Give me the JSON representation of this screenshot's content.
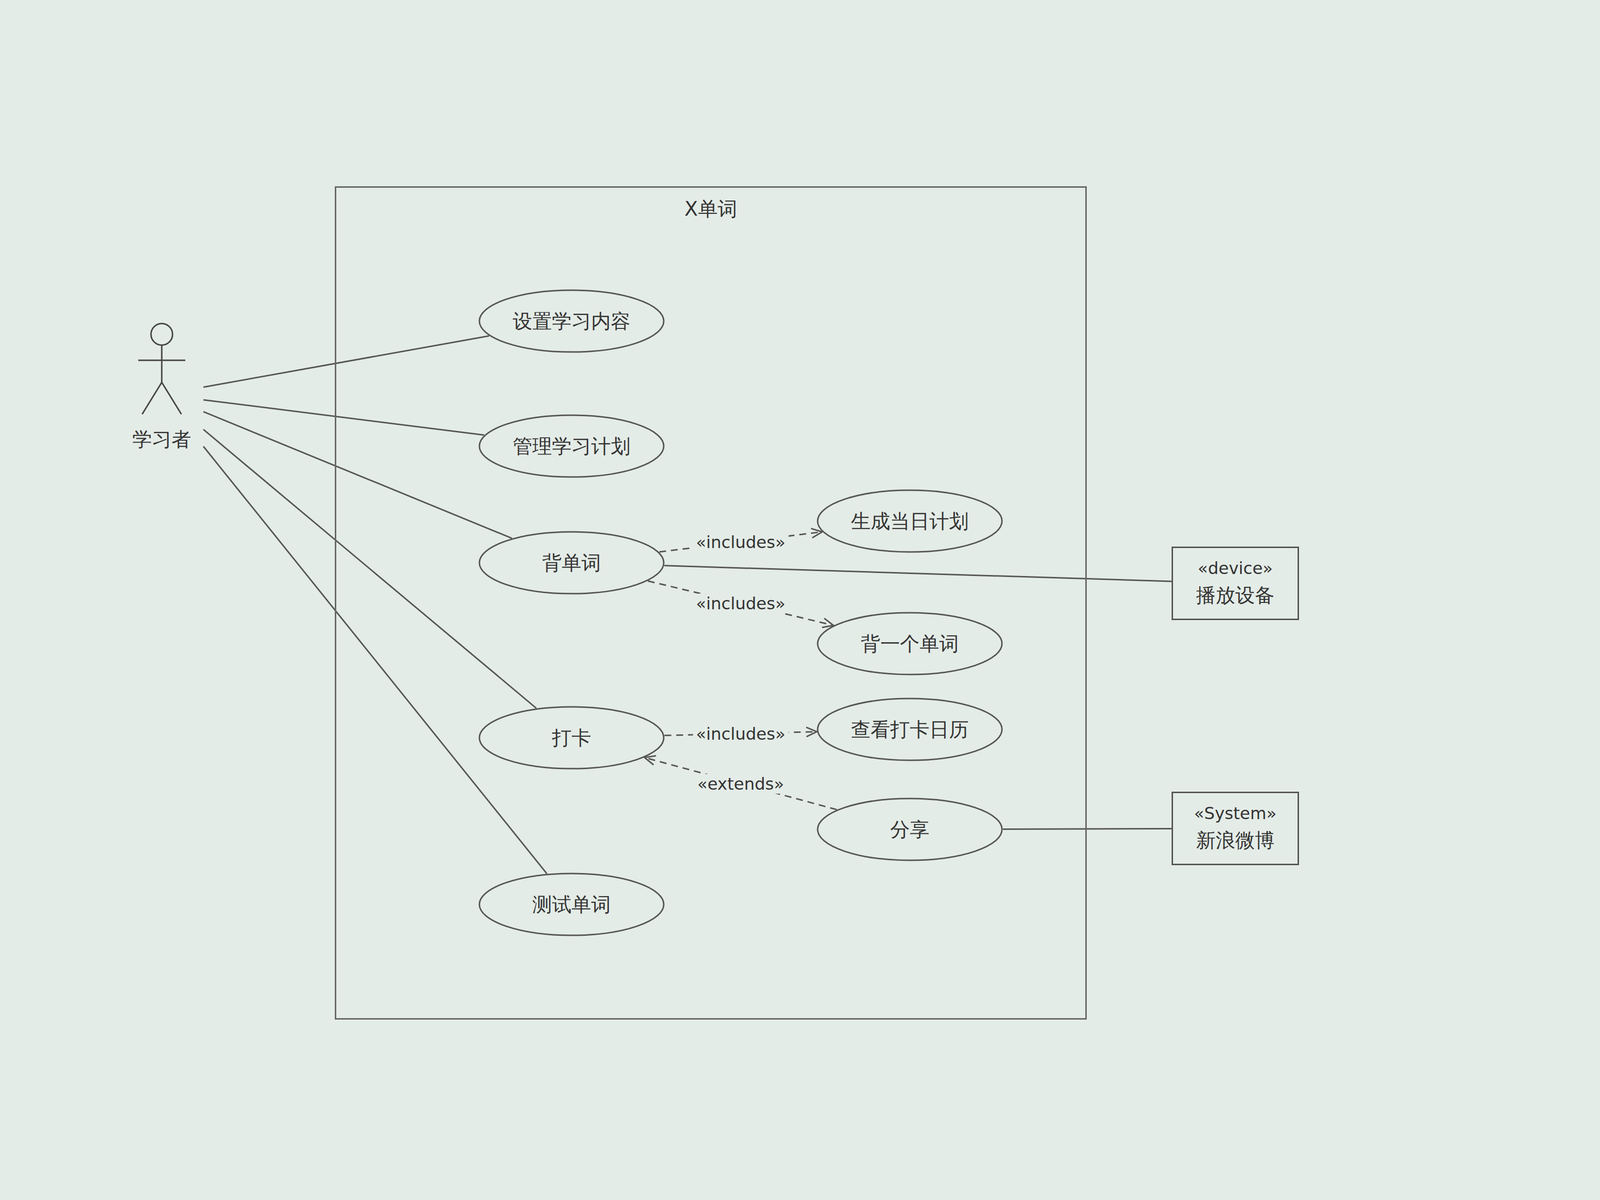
{
  "diagram": {
    "nodes": [
      {
        "text": [
          "学习者"
        ]
      },
      {
        "text": [
          "X单词"
        ]
      },
      {
        "text": [
          "设置学习内容"
        ],
        "in": 1
      },
      {
        "text": [
          "管理学习计划"
        ],
        "in": 1
      },
      {
        "text": [
          "背单词"
        ],
        "in": 1
      },
      {
        "text": [
          "打卡"
        ],
        "in": 1
      },
      {
        "text": [
          "测试单词"
        ],
        "in": 1
      },
      {
        "text": [
          "生成当日计划"
        ],
        "in": 1
      },
      {
        "text": [
          "背一个单词"
        ],
        "in": 1
      },
      {
        "text": [
          "查看打卡日历"
        ],
        "in": 1
      },
      {
        "text": [
          "分享"
        ],
        "in": 1
      },
      {
        "text": [
          "«device»",
          "播放设备"
        ]
      },
      {
        "text": [
          "«System»",
          "新浪微博"
        ]
      }
    ],
    "edges": [
      {
        "from": 0,
        "to": 2,
        "arrow": "none"
      },
      {
        "from": 0,
        "to": 3,
        "arrow": "none"
      },
      {
        "from": 0,
        "to": 4,
        "arrow": "none"
      },
      {
        "from": 0,
        "to": 5,
        "arrow": "none"
      },
      {
        "from": 0,
        "to": 6,
        "arrow": "none"
      },
      {
        "from": 4,
        "to": 7,
        "label": "«includes»",
        "arrow": "to"
      },
      {
        "from": 4,
        "to": 8,
        "label": "«includes»",
        "arrow": "to"
      },
      {
        "from": 5,
        "to": 9,
        "label": "«includes»",
        "arrow": "to"
      },
      {
        "from": 10,
        "to": 5,
        "label": "«extends»",
        "arrow": "to"
      },
      {
        "from": 4,
        "to": 11,
        "arrow": "none"
      },
      {
        "from": 10,
        "to": 12,
        "arrow": "none"
      }
    ]
  }
}
